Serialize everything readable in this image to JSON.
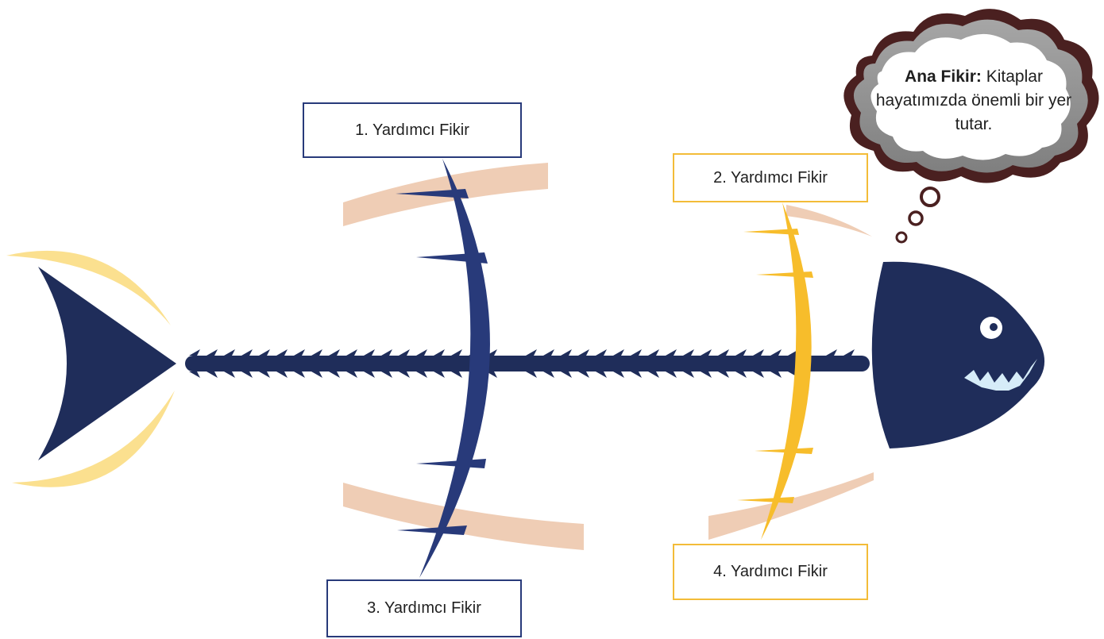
{
  "diagram": {
    "ideas": {
      "idea1": "1. Yardımcı Fikir",
      "idea2": "2. Yardımcı Fikir",
      "idea3": "3. Yardımcı Fikir",
      "idea4": "4. Yardımcı Fikir"
    },
    "main_idea": {
      "label": "Ana Fikir:",
      "text": " Kitaplar hayatımızda önemli bir yer tutar."
    }
  },
  "colors": {
    "navy": "#1f2d5a",
    "blue_rib": "#283a7a",
    "gold": "#f7bd2b",
    "pale_gold": "#fbe08f",
    "peach": "#ecc4a8"
  },
  "icons": {
    "fish_tail": "tail-shape",
    "fish_head": "head-shape",
    "thought_bubble": "cloud-shape"
  }
}
